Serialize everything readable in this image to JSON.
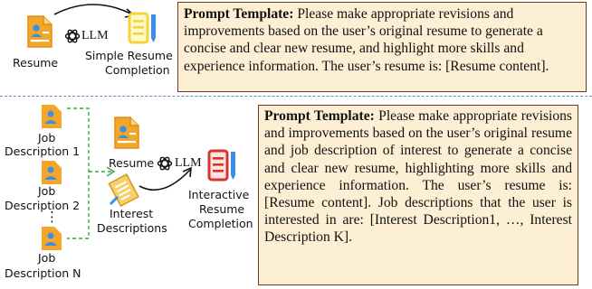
{
  "top": {
    "resume_label": "Resume",
    "llm_label": "LLM",
    "completion_label_1": "Simple Resume",
    "completion_label_2": "Completion",
    "prompt_title": "Prompt Template:",
    "prompt_body": " Please make appropriate revisions and improvements based on the user’s original resume to generate a concise and clear new resume, and highlight more skills and experience information. The user’s resume is: [Resume content]."
  },
  "bottom": {
    "job_labels": [
      "Job",
      "Description 1",
      "Job",
      "Description 2",
      "Job",
      "Description N"
    ],
    "ellipsis": "⋮",
    "resume_label": "Resume",
    "llm_label": "LLM",
    "interest_label_1": "Interest",
    "interest_label_2": "Descriptions",
    "completion_label_1": "Interactive",
    "completion_label_2": "Resume",
    "completion_label_3": "Completion",
    "prompt_title": "Prompt Template:",
    "prompt_body": " Please make appropriate revisions and improvements based on the user’s original resume and job description of interest to generate a concise and clear new resume, highlighting more skills and experience information. The user’s resume is: [Resume content]. Job descriptions that the user is interested in are: [Interest Description1, …, Interest Description K]."
  },
  "colors": {
    "prompt_bg": "#fdefd4",
    "prompt_border": "#6b3a1f",
    "divider": "#5b8fc8",
    "resume_icon": "#f4a62a",
    "document_icon": "#f4d33c",
    "completion_icon_red": "#d9342b",
    "pen_icon": "#3a8ee6"
  }
}
